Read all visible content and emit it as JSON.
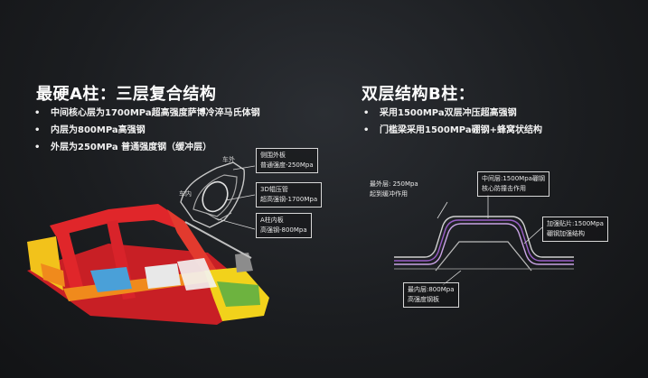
{
  "left": {
    "title": "最硬A柱：三层复合结构",
    "bullets": [
      "中间核心层为1700MPa超高强度萨博冷淬马氏体钢",
      "内层为800MPa高强钢",
      "外层为250MPa 普通强度钢（缓冲层）"
    ],
    "diagram_labels": {
      "outside": "车外",
      "inside": "车内"
    },
    "callouts": [
      {
        "line1": "侧围外板",
        "line2": "普通强度-250Mpa"
      },
      {
        "line1": "3D辊压管",
        "line2": "超高强钢-1700Mpa"
      },
      {
        "line1": "A柱内板",
        "line2": "高强钢-800Mpa"
      }
    ]
  },
  "right": {
    "title": "双层结构B柱：",
    "bullets": [
      "采用1500MPa双层冲压超高强钢",
      "门槛梁采用1500MPa硼钢+蜂窝状结构"
    ],
    "callouts": [
      {
        "line1": "最外层: 250Mpa",
        "line2": "起到缓冲作用"
      },
      {
        "line1": "中间层:1500Mpa硼钢",
        "line2": "核心防撞击作用"
      },
      {
        "line1": "加强贴片:1500Mpa",
        "line2": "硼钢加强结构"
      },
      {
        "line1": "最内层:800Mpa",
        "line2": "高强度钢板"
      }
    ]
  },
  "colors": {
    "background": "#1b1d20",
    "text": "#ffffff",
    "red": "#e0262a",
    "orange": "#f08a1c",
    "yellow": "#f2d21b",
    "green": "#6db33f"
  }
}
